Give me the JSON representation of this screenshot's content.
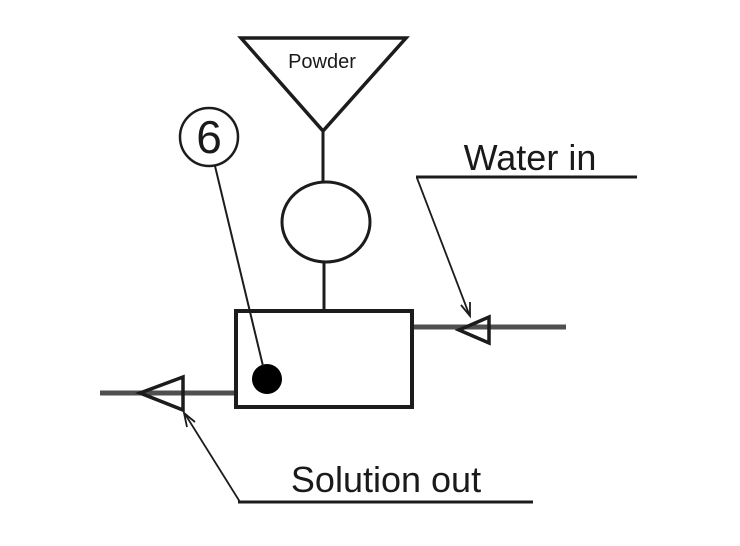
{
  "diagram": {
    "labels": {
      "hopper": "Powder",
      "tag_number": "6",
      "inlet": "Water in",
      "outlet": "Solution out"
    },
    "colors": {
      "ink": "#1c1c1c",
      "flow_line": "#4f4f4f",
      "dot_fill": "#000000",
      "label_text": "#1a1a1a",
      "background": "#ffffff"
    }
  }
}
